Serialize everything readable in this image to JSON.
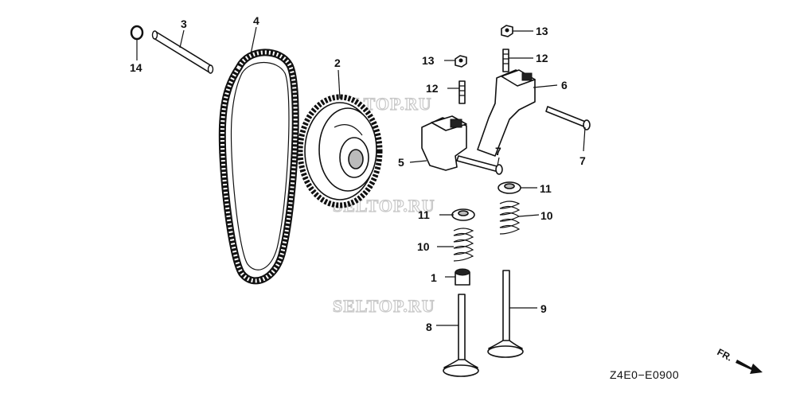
{
  "diagram": {
    "code": "Z4E0−E0900",
    "watermark": "SELTOP.RU",
    "direction_label": "FR.",
    "callouts": [
      {
        "id": "c1",
        "num": "1"
      },
      {
        "id": "c2",
        "num": "2"
      },
      {
        "id": "c3",
        "num": "3"
      },
      {
        "id": "c4",
        "num": "4"
      },
      {
        "id": "c5",
        "num": "5"
      },
      {
        "id": "c6",
        "num": "6"
      },
      {
        "id": "c7a",
        "num": "7"
      },
      {
        "id": "c7b",
        "num": "7"
      },
      {
        "id": "c8",
        "num": "8"
      },
      {
        "id": "c9",
        "num": "9"
      },
      {
        "id": "c10a",
        "num": "10"
      },
      {
        "id": "c10b",
        "num": "10"
      },
      {
        "id": "c11a",
        "num": "11"
      },
      {
        "id": "c11b",
        "num": "11"
      },
      {
        "id": "c12a",
        "num": "12"
      },
      {
        "id": "c12b",
        "num": "12"
      },
      {
        "id": "c13a",
        "num": "13"
      },
      {
        "id": "c13b",
        "num": "13"
      },
      {
        "id": "c14",
        "num": "14"
      }
    ]
  }
}
